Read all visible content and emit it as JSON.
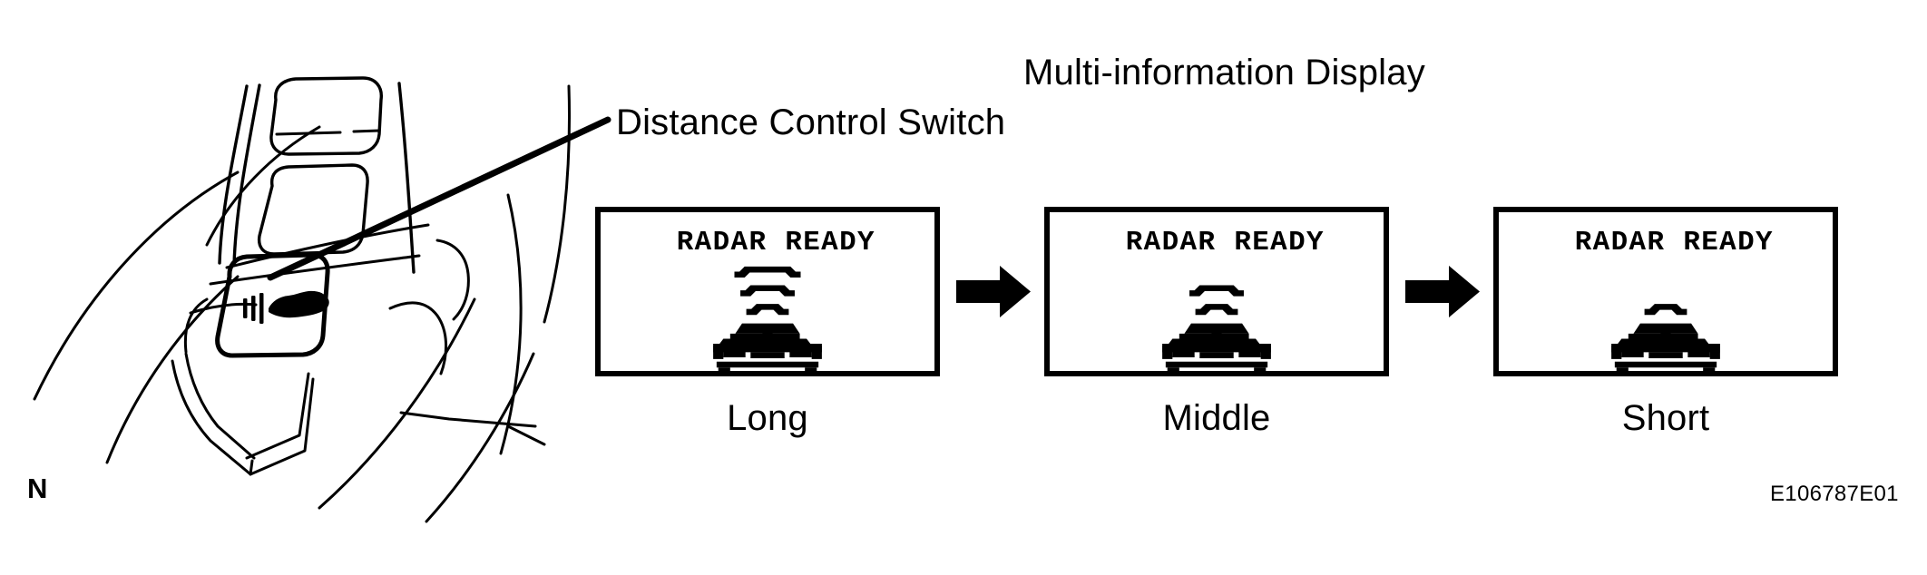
{
  "figure": {
    "reference_code": "E106787E01",
    "corner_mark": "N",
    "ink_color": "#000000",
    "background_color": "#ffffff"
  },
  "callouts": {
    "switch_label": "Distance Control Switch",
    "display_title": "Multi-information Display"
  },
  "illustration": {
    "name": "steering-wheel-switch-illustration",
    "switch_icon": "radar-waves-and-car-icon"
  },
  "displays": [
    {
      "key": "long",
      "screen_text": "RADAR READY",
      "caption": "Long",
      "radar_arcs": 3,
      "icon": "vehicle-front-icon"
    },
    {
      "key": "middle",
      "screen_text": "RADAR READY",
      "caption": "Middle",
      "radar_arcs": 2,
      "icon": "vehicle-front-icon"
    },
    {
      "key": "short",
      "screen_text": "RADAR READY",
      "caption": "Short",
      "radar_arcs": 1,
      "icon": "vehicle-front-icon"
    }
  ],
  "transitions": [
    {
      "key": "long-to-middle",
      "glyph": "arrow-right-icon"
    },
    {
      "key": "middle-to-short",
      "glyph": "arrow-right-icon"
    }
  ]
}
